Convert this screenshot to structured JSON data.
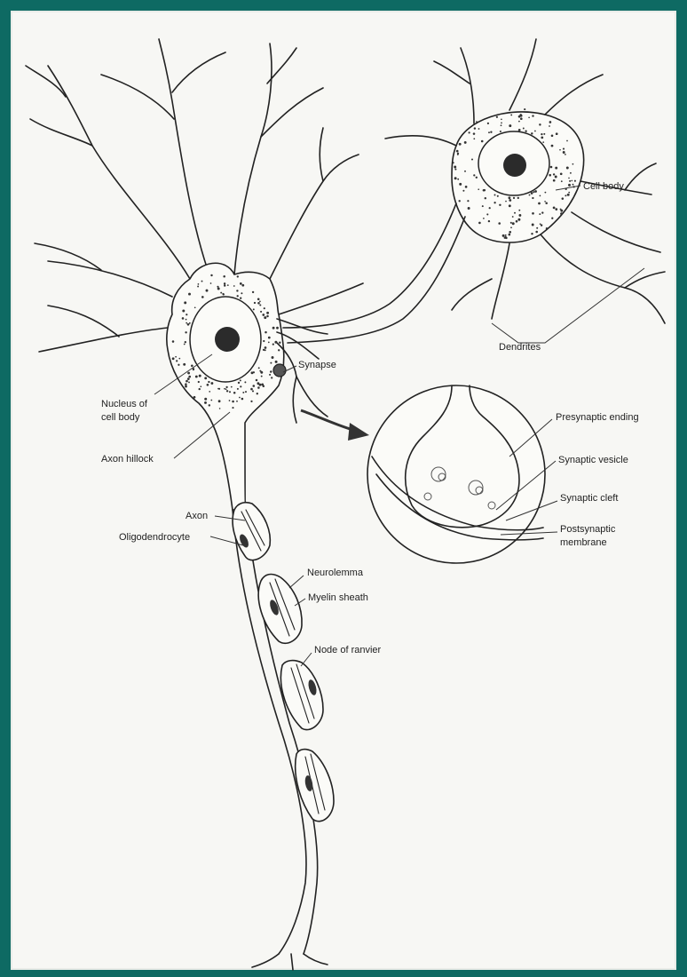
{
  "colors": {
    "frame_border": "#0e6a63",
    "background": "#f7f7f4",
    "ink": "#222222"
  },
  "labels": {
    "cell_body": "Cell body",
    "dendrites": "Dendrites",
    "synapse": "Synapse",
    "nucleus_line1": "Nucleus of",
    "nucleus_line2": "cell body",
    "axon_hillock": "Axon hillock",
    "axon": "Axon",
    "oligodendrocyte": "Oligodendrocyte",
    "neurolemma": "Neurolemma",
    "myelin_sheath": "Myelin sheath",
    "node_of_ranvier": "Node of ranvier",
    "presynaptic_ending": "Presynaptic ending",
    "synaptic_vesicle": "Synaptic vesicle",
    "synaptic_cleft": "Synaptic cleft",
    "postsynaptic_line1": "Postsynaptic",
    "postsynaptic_line2": "membrane"
  }
}
